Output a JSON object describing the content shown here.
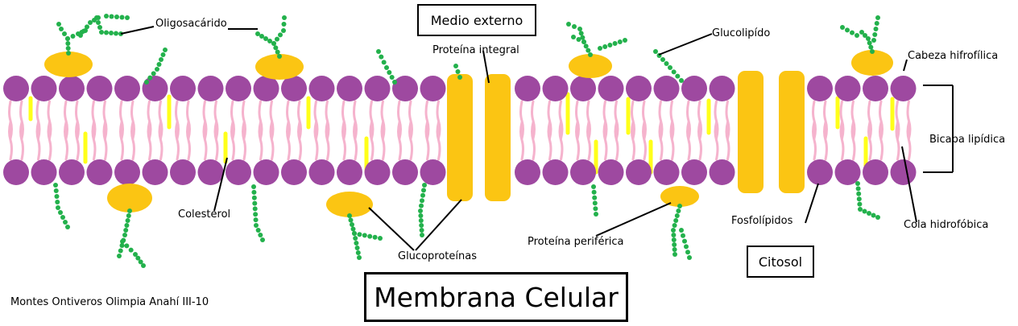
{
  "title": "Membrana Celular",
  "author": "Montes Ontiveros Olimpia Anahí III-10",
  "regions": {
    "outside": "Medio externo",
    "inside": "Citosol"
  },
  "labels": {
    "oligosacarido": "Oligosacárido",
    "proteina_integral": "Proteína integral",
    "glucolipido": "Glucolipído",
    "cabeza": "Cabeza hifrofílica",
    "bicapa": "Bicapa lipídica",
    "cola": "Cola hidrofóbica",
    "fosfolipidos": "Fosfolípidos",
    "proteina_periferica": "Proteína periférica",
    "glucoproteinas": "Glucoproteínas",
    "colesterol": "Colesterol"
  },
  "colors": {
    "head": "#9e49a0",
    "tail": "#f5b3cd",
    "protein": "#fbc513",
    "cholesterol": "#ffff1a",
    "sugar": "#23b14c",
    "line": "#000000"
  }
}
